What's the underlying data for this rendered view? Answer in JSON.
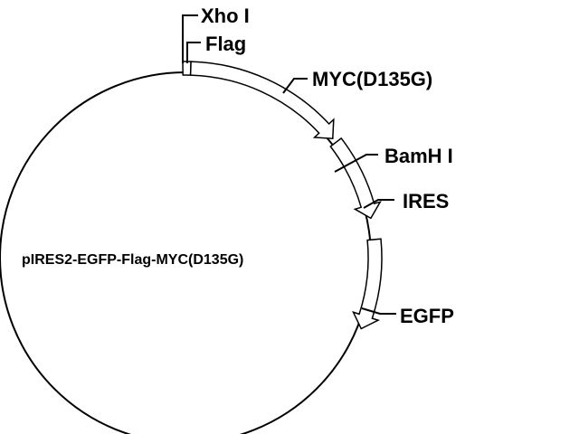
{
  "plasmid": {
    "name": "pIRES2-EGFP-Flag-MYC(D135G)"
  },
  "sites": {
    "xho": "Xho I",
    "bam": "BamH I"
  },
  "features": {
    "flag": "Flag",
    "myc": "MYC(D135G)",
    "ires": "IRES",
    "egfp": "EGFP"
  },
  "colors": {
    "line": "#000000",
    "background": "#ffffff",
    "feature_fill": "#ffffff"
  }
}
